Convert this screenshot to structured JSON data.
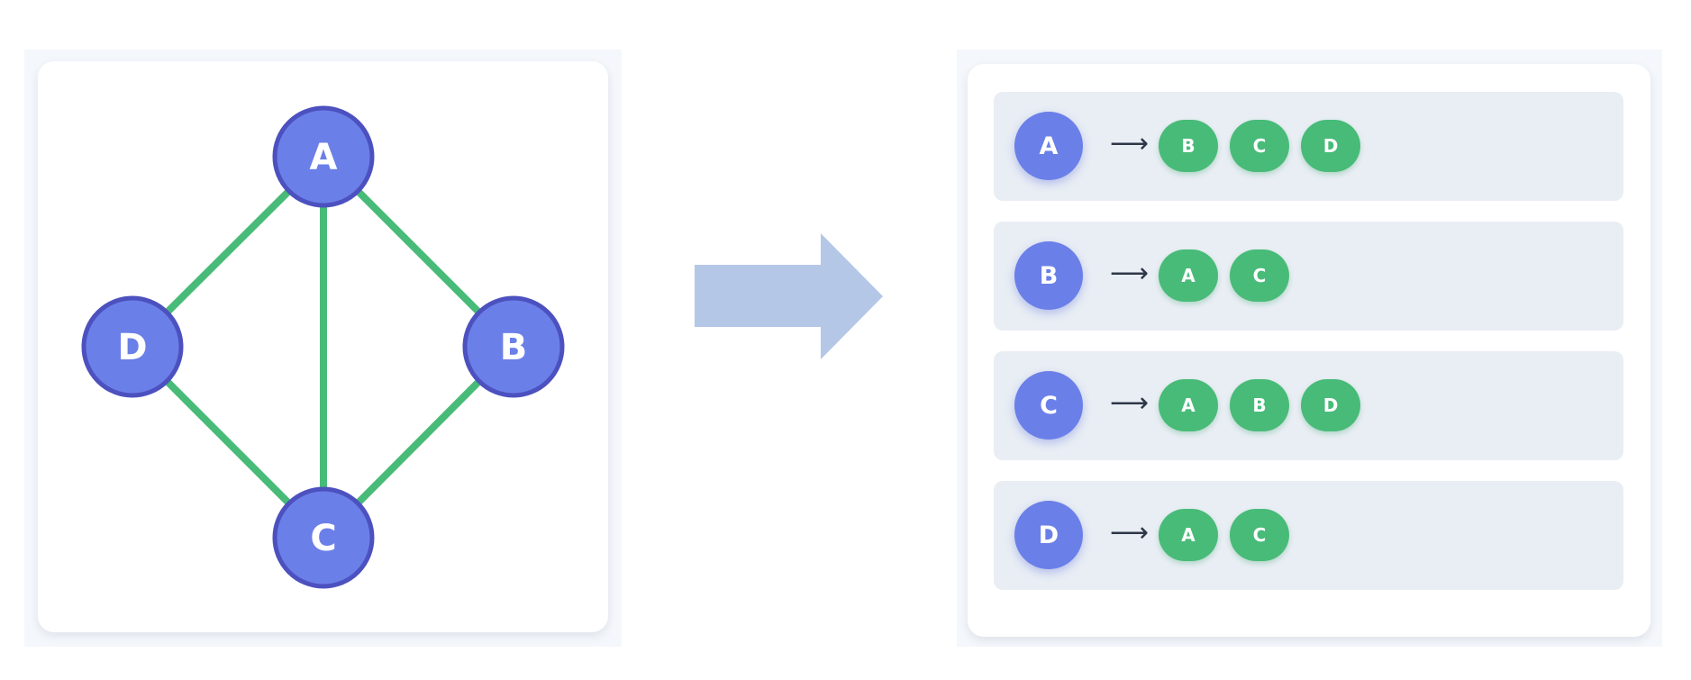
{
  "graph": {
    "nodes": [
      "A",
      "B",
      "C",
      "D"
    ],
    "edges": [
      [
        "A",
        "D"
      ],
      [
        "A",
        "C"
      ],
      [
        "A",
        "B"
      ],
      [
        "D",
        "C"
      ],
      [
        "B",
        "C"
      ]
    ],
    "node_color": "#6b7fe8",
    "node_border_color": "#4c51bf",
    "edge_color": "#48bb78"
  },
  "arrow_color": "#b4c7e7",
  "adjacency": [
    {
      "node": "A",
      "arrow": "⟶",
      "neighbors": [
        "B",
        "C",
        "D"
      ]
    },
    {
      "node": "B",
      "arrow": "⟶",
      "neighbors": [
        "A",
        "C"
      ]
    },
    {
      "node": "C",
      "arrow": "⟶",
      "neighbors": [
        "A",
        "B",
        "D"
      ]
    },
    {
      "node": "D",
      "arrow": "⟶",
      "neighbors": [
        "A",
        "C"
      ]
    }
  ]
}
